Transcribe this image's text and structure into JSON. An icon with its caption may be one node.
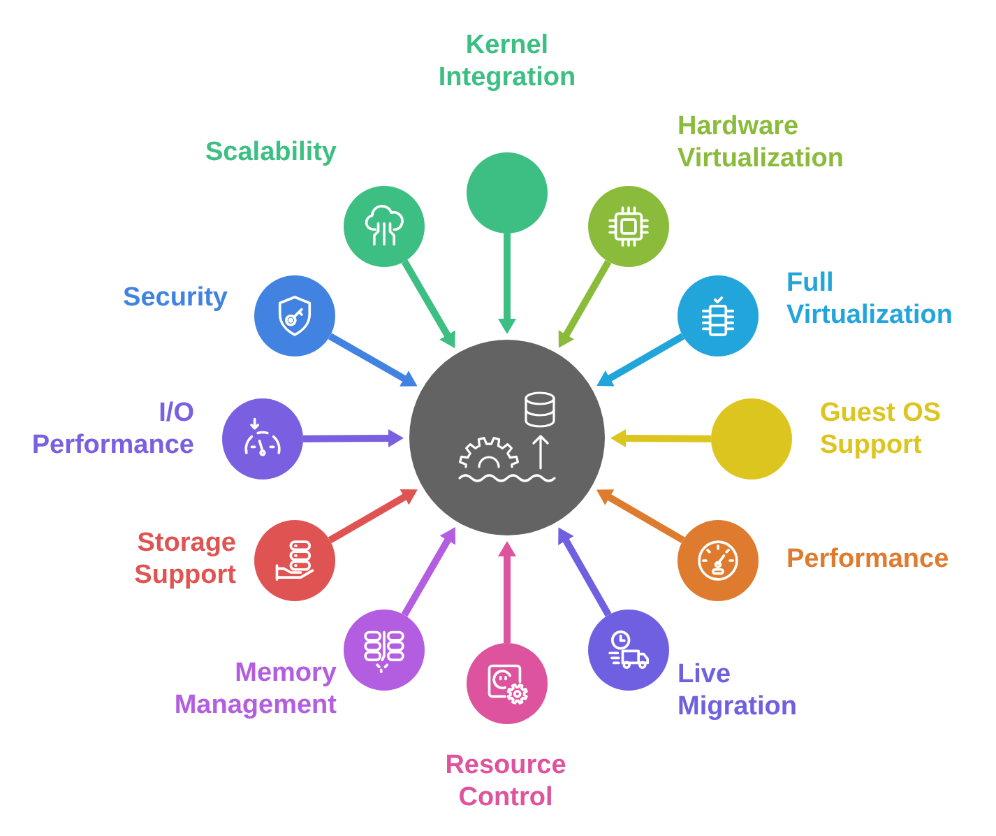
{
  "diagram": {
    "nodes": [
      {
        "text": [],
        "shape": "circle"
      },
      {
        "text": [],
        "shape": "circle",
        "beside": [
          "Kernel Integration"
        ]
      },
      {
        "text": [],
        "shape": "circle",
        "beside": [
          "Hardware Virtualization"
        ]
      },
      {
        "text": [],
        "shape": "circle",
        "beside": [
          "Full Virtualization"
        ]
      },
      {
        "text": [],
        "shape": "circle",
        "beside": [
          "Guest OS Support"
        ]
      },
      {
        "text": [],
        "shape": "circle",
        "beside": [
          "Performance"
        ]
      },
      {
        "text": [],
        "shape": "circle",
        "beside": [
          "Live Migration"
        ]
      },
      {
        "text": [],
        "shape": "circle",
        "beside": [
          "Resource Control"
        ]
      },
      {
        "text": [],
        "shape": "circle",
        "beside": [
          "Memory Management"
        ]
      },
      {
        "text": [],
        "shape": "circle",
        "beside": [
          "Storage Support"
        ]
      },
      {
        "text": [],
        "shape": "circle",
        "beside": [
          "I/O Performance"
        ]
      },
      {
        "text": [],
        "shape": "circle",
        "beside": [
          "Security"
        ]
      },
      {
        "text": [],
        "shape": "circle",
        "beside": [
          "Scalability"
        ]
      }
    ],
    "edges": [
      {
        "from": 1,
        "to": 0,
        "arrow": "to",
        "color": "#3dbe82"
      },
      {
        "from": 2,
        "to": 0,
        "arrow": "to",
        "color": "#8bbb3b"
      },
      {
        "from": 3,
        "to": 0,
        "arrow": "to",
        "color": "#22a5db"
      },
      {
        "from": 4,
        "to": 0,
        "arrow": "to",
        "color": "#dcc51e"
      },
      {
        "from": 5,
        "to": 0,
        "arrow": "to",
        "color": "#de7b2e"
      },
      {
        "from": 6,
        "to": 0,
        "arrow": "to",
        "color": "#6f60e2"
      },
      {
        "from": 7,
        "to": 0,
        "arrow": "to",
        "color": "#de539d"
      },
      {
        "from": 8,
        "to": 0,
        "arrow": "to",
        "color": "#b35ee0"
      },
      {
        "from": 9,
        "to": 0,
        "arrow": "to",
        "color": "#e05353"
      },
      {
        "from": 10,
        "to": 0,
        "arrow": "to",
        "color": "#7a5fe1"
      },
      {
        "from": 11,
        "to": 0,
        "arrow": "to",
        "color": "#4282e1"
      },
      {
        "from": 12,
        "to": 0,
        "arrow": "to",
        "color": "#3dbe82"
      }
    ]
  }
}
